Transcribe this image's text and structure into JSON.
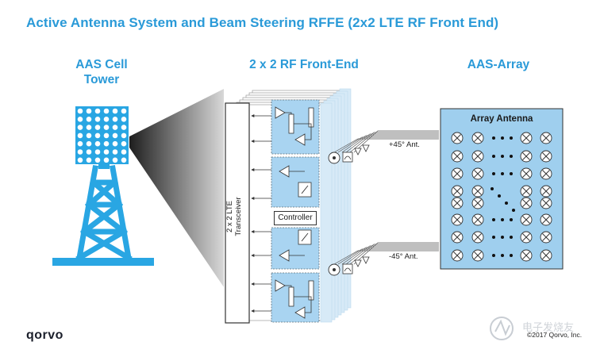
{
  "title": "Active Antenna System and Beam Steering RFFE (2x2 LTE RF Front End)",
  "headings": {
    "tower_line1": "AAS Cell",
    "tower_line2": "Tower",
    "frontend": "2 x 2 RF Front-End",
    "array": "AAS-Array"
  },
  "labels": {
    "transceiver_line1": "2 x 2 LTE",
    "transceiver_line2": "Transceiver",
    "controller": "Controller",
    "array_antenna": "Array Antenna",
    "plus45": "+45° Ant.",
    "minus45": "-45° Ant."
  },
  "footer": {
    "logo": "qorvo",
    "copyright": "©2017 Qorvo, Inc.",
    "watermark": "电子发烧友"
  },
  "colors": {
    "accent": "#2a9ad8",
    "light_blue": "#a9d4f1",
    "panel_blue": "#9fcfee",
    "tower_blue": "#29a6e3"
  }
}
